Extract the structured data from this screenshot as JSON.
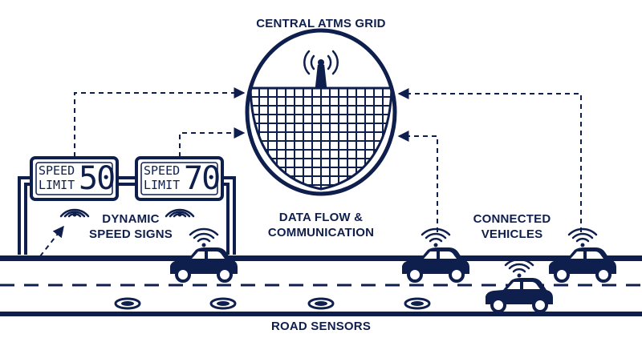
{
  "title": "CENTRAL ATMS GRID",
  "labels": {
    "signs_line1": "DYNAMIC",
    "signs_line2": "SPEED SIGNS",
    "flow_line1": "DATA FLOW &",
    "flow_line2": "COMMUNICATION",
    "vehicles_line1": "CONNECTED",
    "vehicles_line2": "VEHICLES",
    "sensors": "ROAD SENSORS"
  },
  "signs": [
    {
      "line1": "SPEED",
      "line2": "LIMIT",
      "value": "50"
    },
    {
      "line1": "SPEED",
      "line2": "LIMIT",
      "value": "70"
    }
  ],
  "icons": [
    "antenna-icon",
    "wifi-icon",
    "car-icon",
    "road-sensor-icon"
  ],
  "colors": {
    "ink": "#0f1f4d",
    "background": "#ffffff"
  }
}
